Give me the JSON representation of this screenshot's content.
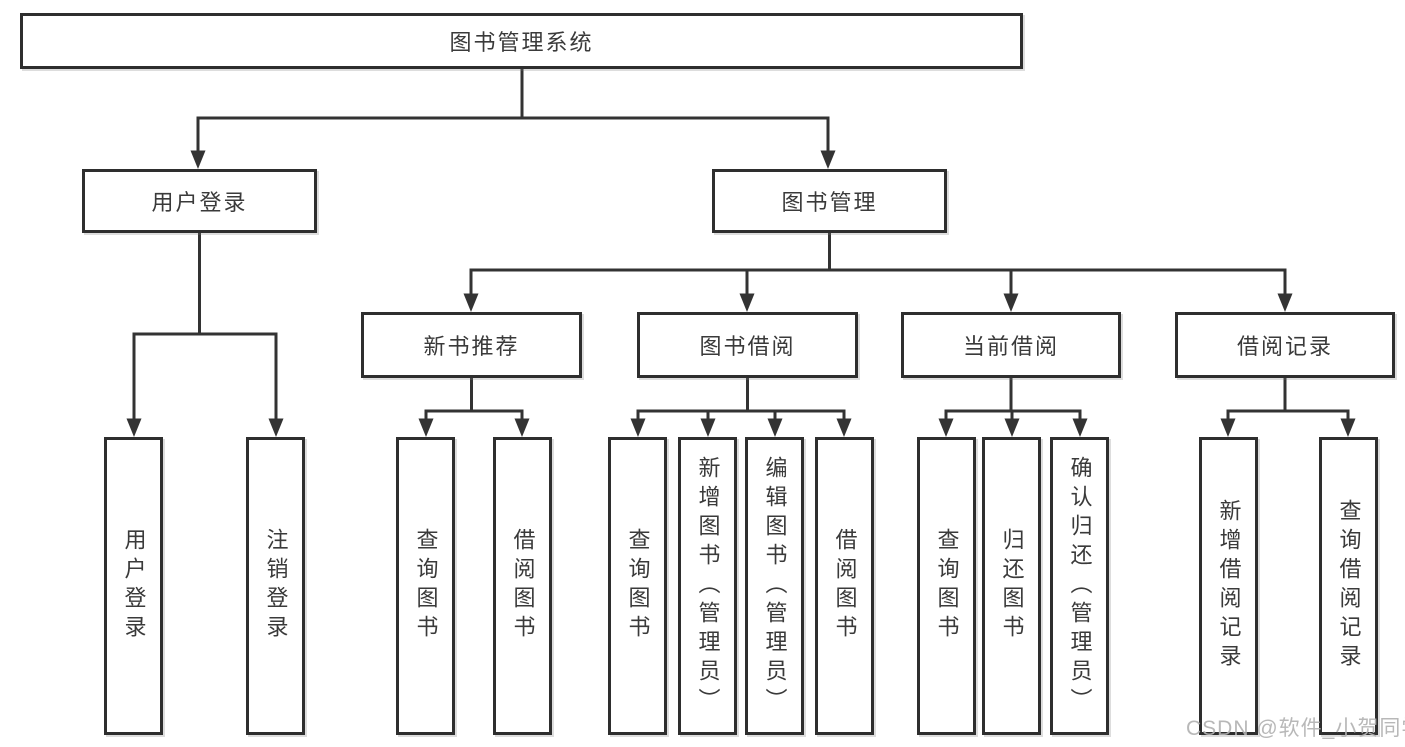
{
  "tree": {
    "root": {
      "label": "图书管理系统"
    },
    "branches": [
      {
        "label": "用户登录",
        "children": [
          {
            "label": "用户登录"
          },
          {
            "label": "注销登录"
          }
        ]
      },
      {
        "label": "图书管理",
        "groups": [
          {
            "label": "新书推荐",
            "children": [
              {
                "label": "查询图书"
              },
              {
                "label": "借阅图书"
              }
            ]
          },
          {
            "label": "图书借阅",
            "children": [
              {
                "label": "查询图书"
              },
              {
                "label": "新增图书（管理员）"
              },
              {
                "label": "编辑图书（管理员）"
              },
              {
                "label": "借阅图书"
              }
            ]
          },
          {
            "label": "当前借阅",
            "children": [
              {
                "label": "查询图书"
              },
              {
                "label": "归还图书"
              },
              {
                "label": "确认归还（管理员）"
              }
            ]
          },
          {
            "label": "借阅记录",
            "children": [
              {
                "label": "新增借阅记录"
              },
              {
                "label": "查询借阅记录"
              }
            ]
          }
        ]
      }
    ]
  },
  "watermark": {
    "text": "CSDN @软件_小贺同学"
  },
  "colors": {
    "line": "#333333",
    "box_border": "#2e2e2e",
    "box_fill": "#ffffff",
    "text": "#3a3a3a",
    "watermark": "#b2b2b2",
    "background": "#ffffff"
  }
}
